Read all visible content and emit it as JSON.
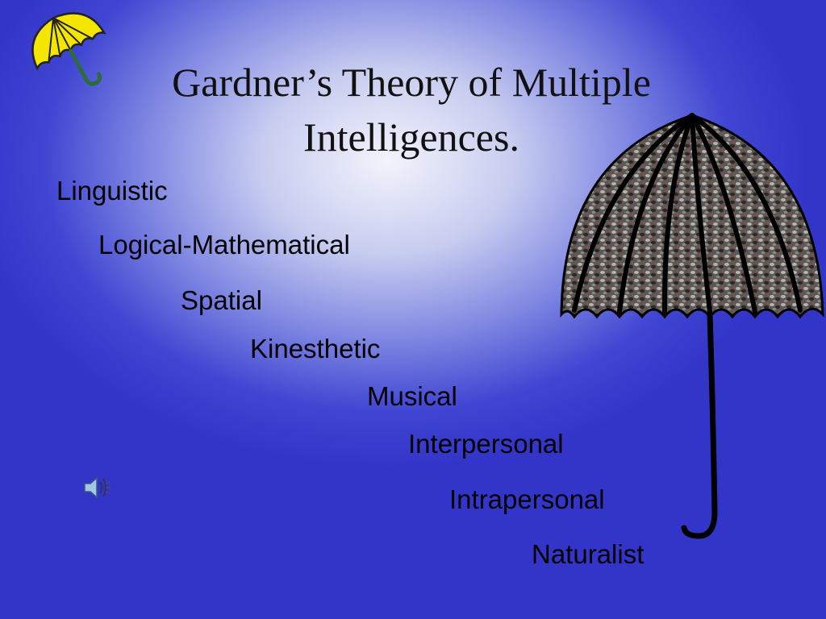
{
  "slide": {
    "title_line1": "Gardner’s Theory of Multiple",
    "title_line2": "Intelligences.",
    "items": [
      "Linguistic",
      "Logical-Mathematical",
      "Spatial",
      "Kinesthetic",
      "Musical",
      "Interpersonal",
      "Intrapersonal",
      "Naturalist"
    ]
  },
  "icons": {
    "corner_umbrella": "yellow-umbrella-icon",
    "main_umbrella": "crowd-umbrella-icon",
    "sound": "speaker-icon"
  },
  "colors": {
    "background_edge": "#3335c8",
    "background_center": "#f2f3fb",
    "text": "#000000",
    "umbrella_canopy_accent": "#f5e600"
  }
}
